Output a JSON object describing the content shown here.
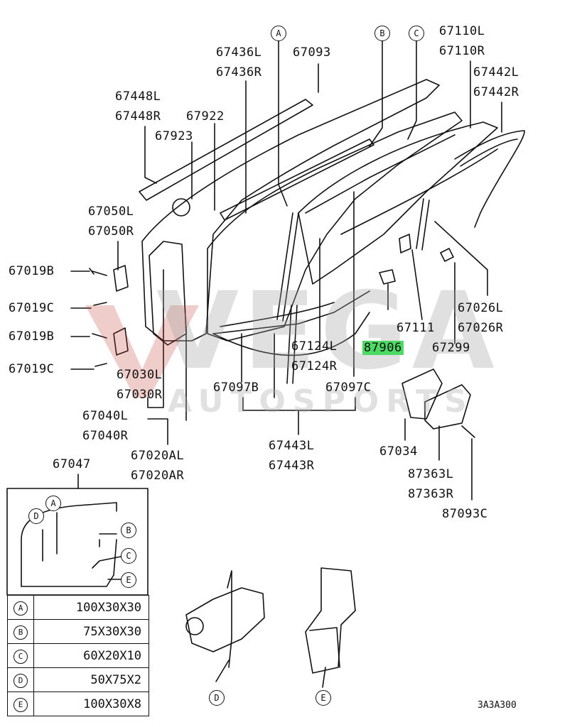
{
  "labels": {
    "p67436L": "67436L",
    "p67436R": "67436R",
    "p67093": "67093",
    "p67110L": "67110L",
    "p67110R": "67110R",
    "p67442L": "67442L",
    "p67442R": "67442R",
    "p67448L": "67448L",
    "p67448R": "67448R",
    "p67922": "67922",
    "p67923": "67923",
    "p67050L": "67050L",
    "p67050R": "67050R",
    "p67019B_1": "67019B",
    "p67019C_1": "67019C",
    "p67019B_2": "67019B",
    "p67019C_2": "67019C",
    "p67030L": "67030L",
    "p67030R": "67030R",
    "p67040L": "67040L",
    "p67040R": "67040R",
    "p67020AL": "67020AL",
    "p67020AR": "67020AR",
    "p67097B": "67097B",
    "p67124L": "67124L",
    "p67124R": "67124R",
    "p67097C": "67097C",
    "p67443L": "67443L",
    "p67443R": "67443R",
    "p67111": "67111",
    "p87906": "87906",
    "p67299": "67299",
    "p67026L": "67026L",
    "p67026R": "67026R",
    "p67034": "67034",
    "p87363L": "87363L",
    "p87363R": "87363R",
    "p87093C": "87093C",
    "p67047": "67047"
  },
  "callouts": {
    "A": "A",
    "B": "B",
    "C": "C",
    "D": "D",
    "E": "E"
  },
  "table": [
    {
      "key": "A",
      "value": "100X30X30"
    },
    {
      "key": "B",
      "value": "75X30X30"
    },
    {
      "key": "C",
      "value": "60X20X10"
    },
    {
      "key": "D",
      "value": "50X75X2"
    },
    {
      "key": "E",
      "value": "100X30X8"
    }
  ],
  "watermark": {
    "main": "VEGA",
    "sub": "AUTOSPORTS"
  },
  "ref_code": "3A3A300",
  "colors": {
    "highlight": "#4cd964",
    "watermark_mark": "#c0392b"
  }
}
